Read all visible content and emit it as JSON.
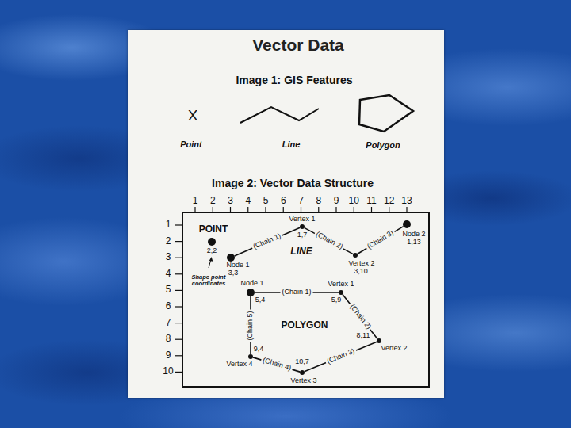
{
  "diagram": {
    "title": "Vector Data",
    "nodes": [
      {
        "text": [
          "2,2"
        ]
      },
      {
        "text": [
          "Vertex 1",
          "1,7"
        ]
      },
      {
        "text": [
          "Node 2",
          "1,13"
        ]
      },
      {
        "text": [
          "Node 1",
          "3,3"
        ]
      },
      {
        "text": [
          "Vertex 2",
          "3,10"
        ]
      },
      {
        "text": [
          "Node 1",
          "5,4"
        ]
      },
      {
        "text": [
          "Vertex 1",
          "5,9"
        ]
      },
      {
        "text": [
          "8,11",
          "Vertex 2"
        ]
      },
      {
        "text": [
          "9,4",
          "Vertex 4"
        ]
      },
      {
        "text": [
          "10,7",
          "Vertex 3"
        ]
      }
    ],
    "edges": [
      {
        "from": 3,
        "to": 1,
        "arrow": "none",
        "label": "(Chain 1)"
      },
      {
        "from": 1,
        "to": 4,
        "arrow": "none",
        "label": "(Chain 2)"
      },
      {
        "from": 4,
        "to": 2,
        "arrow": "none",
        "label": "(Chain 3)"
      },
      {
        "from": 5,
        "to": 6,
        "arrow": "none",
        "label": "(Chain 1)"
      },
      {
        "from": 6,
        "to": 7,
        "arrow": "none",
        "label": "(Chain 2)"
      },
      {
        "from": 7,
        "to": 9,
        "arrow": "none",
        "label": "(Chain 3)"
      },
      {
        "from": 9,
        "to": 8,
        "arrow": "none",
        "label": "(Chain 4)"
      },
      {
        "from": 8,
        "to": 5,
        "arrow": "none",
        "label": "(Chain 5)"
      }
    ],
    "labels": [
      "Image 1: GIS Features",
      "X",
      "Point",
      "Line",
      "Polygon",
      "Image 2: Vector Data Structure",
      "1",
      "2",
      "3",
      "4",
      "5",
      "6",
      "7",
      "8",
      "9",
      "10",
      "11",
      "12",
      "13",
      "1",
      "2",
      "3",
      "4",
      "5",
      "6",
      "7",
      "8",
      "9",
      "10",
      "POINT",
      "LINE",
      "POLYGON",
      "Shape point coordinates"
    ]
  }
}
